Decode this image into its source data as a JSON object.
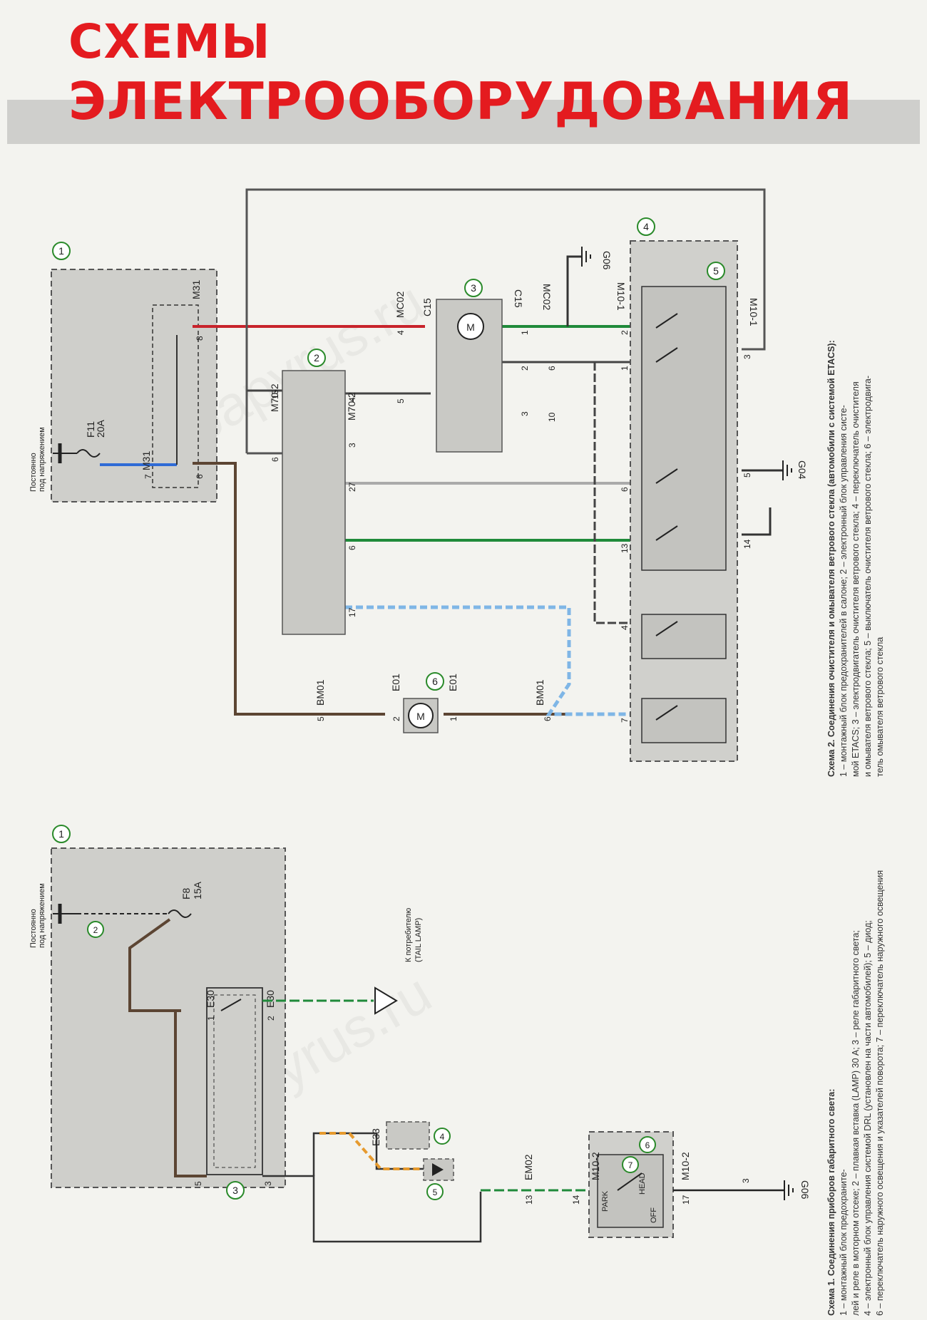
{
  "header": {
    "title_line1": "СХЕМЫ",
    "title_line2": "ЭЛЕКТРООБОРУДОВАНИЯ",
    "title_color": "#e41b1f"
  },
  "watermark": "autopapyrus.ru",
  "scheme2": {
    "supply_label_1": "Постоянно",
    "supply_label_2": "под напряжением",
    "block_numbers": [
      "1",
      "2",
      "3",
      "4",
      "5",
      "6"
    ],
    "fuse": {
      "name": "F11",
      "rating": "20A"
    },
    "connectors": {
      "m31": "M31",
      "m70_2": "M70-2",
      "mc02": "MC02",
      "c15": "C15",
      "m10_1": "M10-1",
      "bm01": "BM01",
      "e01": "E01"
    },
    "grounds": {
      "top": "G06",
      "right": "G04"
    },
    "pins_m31": [
      "7",
      "6",
      "8"
    ],
    "pins_m70_left": [
      "15",
      "6",
      "27",
      "6",
      "17"
    ],
    "pins_m70_right": [
      "4",
      "3"
    ],
    "pins_motor": [
      "4",
      "5",
      "1",
      "3",
      "2",
      "6",
      "10"
    ],
    "pins_m10": [
      "2",
      "1",
      "3",
      "6",
      "13",
      "14",
      "4",
      "7",
      "5"
    ],
    "pins_washer": [
      "5",
      "2",
      "1",
      "6"
    ],
    "motor_symbol": "M",
    "caption": {
      "lead": "Схема 2. Соединения очистителя и омывателя ветрового стекла (автомобили с системой ETACS):",
      "line1": "1 – монтажный блок предохранителей в салоне; 2 – электронный блок управления систе-",
      "line2": "мой ETACS; 3 – электродвигатель очистителя ветрового стекла; 4 – переключатель очистителя",
      "line3": "и омывателя ветрового стекла; 5 – выключатель очистителя ветрового стекла; 6 – электродвига-",
      "line4": "тель омывателя ветрового стекла"
    }
  },
  "scheme1": {
    "supply_label_1": "Постоянно",
    "supply_label_2": "под напряжением",
    "block_numbers": [
      "1",
      "2",
      "3",
      "4",
      "5",
      "6",
      "7"
    ],
    "fuse": {
      "name": "F8",
      "rating": "15A"
    },
    "connectors": {
      "e30": "E30",
      "e33": "E33",
      "em02": "EM02",
      "m10_2": "M10-2"
    },
    "pins": [
      "1",
      "2",
      "5",
      "3",
      "13",
      "14",
      "17",
      "3"
    ],
    "switch_labels": [
      "PARK",
      "HEAD",
      "OFF"
    ],
    "ground": "G06",
    "to_consumer_1": "К потребителю",
    "to_consumer_2": "(TAIL LAMP)",
    "caption": {
      "lead": "Схема 1. Соединения приборов габаритного света:",
      "line1": "1 – монтажный блок предохраните-",
      "line2": "лей и реле в моторном отсеке; 2 – плавкая вставка (LAMP) 30 A; 3 – реле габаритного света;",
      "line3": "4 – электронный блок управления системой DRL (установлен на части автомобилей); 5 – диод;",
      "line4": "6 – переключатель наружного освещения и указателей поворота; 7 – переключатель наружного освещения"
    }
  }
}
